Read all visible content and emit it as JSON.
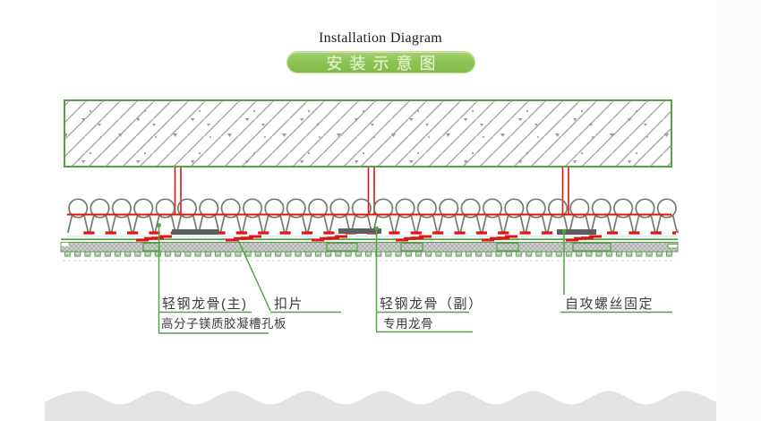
{
  "header": {
    "title_en": "Installation Diagram",
    "title_zh": "安装示意图"
  },
  "diagram": {
    "labels": {
      "main_keel": "轻钢龙骨(主)",
      "buckle_clip": "扣片",
      "panel_board": "高分子镁质胶凝槽孔板",
      "secondary_keel": "轻钢龙骨（副）",
      "special_keel": "专用龙骨",
      "screw_fixing": "自攻螺丝固定"
    }
  },
  "colors": {
    "green": "#54a148",
    "red": "#e01515",
    "loop-gray": "#6e7a68",
    "hatch-gray": "#a6a6a6",
    "panel-gray": "#d2d2d2",
    "bar-gray": "#5f5f5f",
    "cyan": "#c6e6ee",
    "band-gray": "#e4e4e4",
    "pill-green": "#8ec457",
    "pill-border": "#c3e09b",
    "pill-text": "#e3f2cd",
    "label-text": "#3c3c3c"
  }
}
